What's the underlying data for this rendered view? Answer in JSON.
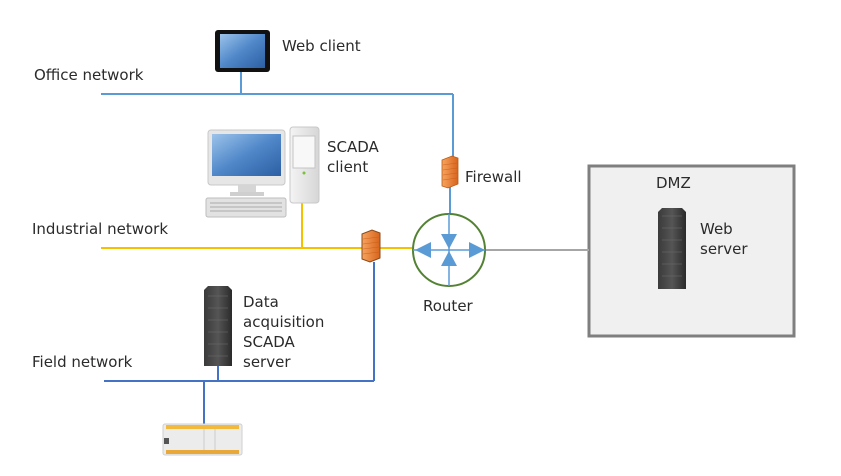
{
  "networks": {
    "office": {
      "label": "Office network",
      "color": "#5b9bd5"
    },
    "industrial": {
      "label": "Industrial network",
      "color": "#f5c000"
    },
    "field": {
      "label": "Field network",
      "color": "#4472c4"
    },
    "dmz_link": {
      "color": "#a6a6a6"
    }
  },
  "nodes": {
    "web_client": {
      "label": "Web client"
    },
    "scada_client": {
      "label_line1": "SCADA",
      "label_line2": "client"
    },
    "firewall": {
      "label": "Firewall"
    },
    "router": {
      "label": "Router"
    },
    "dmz": {
      "label": "DMZ"
    },
    "web_server": {
      "label_line1": "Web",
      "label_line2": "server"
    },
    "daq_server": {
      "label_line1": "Data",
      "label_line2": "acquisition",
      "label_line3": "SCADA",
      "label_line4": "server"
    },
    "plc": {
      "label": ""
    }
  },
  "colors": {
    "router_ring": "#548235",
    "router_arrows": "#5b9bd5",
    "firewall": "#ed7d31",
    "dmz_fill": "#f0f0f0",
    "dmz_border": "#7f7f7f"
  }
}
